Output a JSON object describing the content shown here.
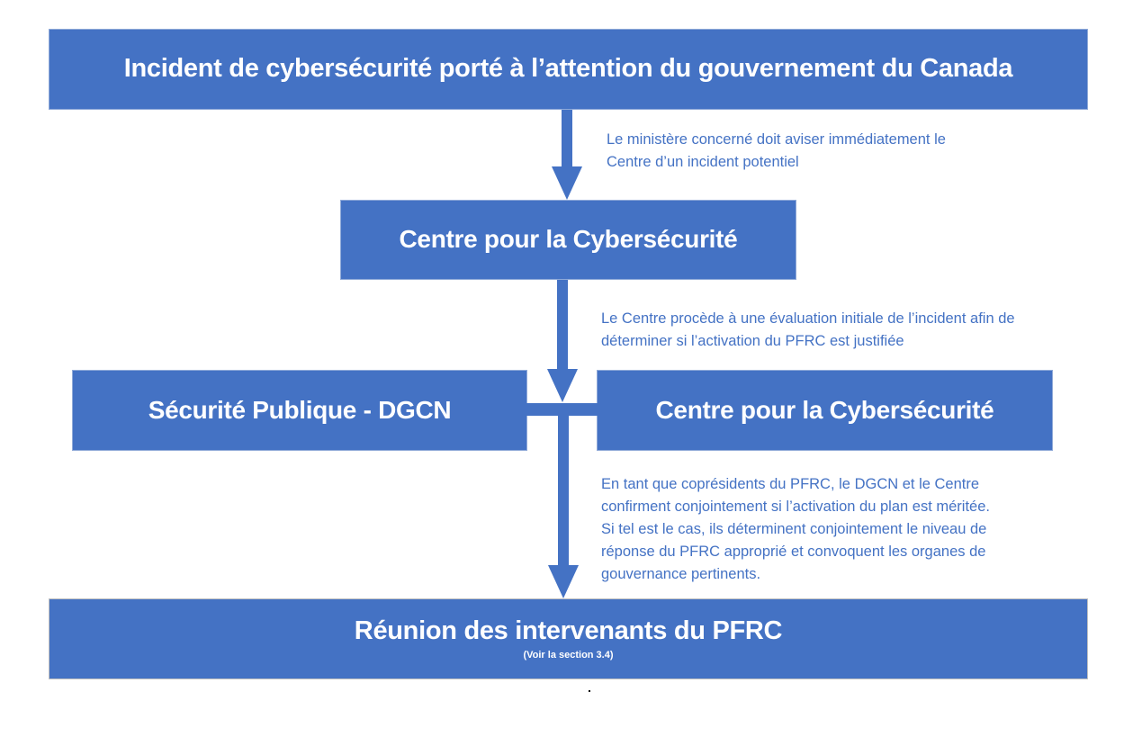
{
  "diagram": {
    "accent_color": "#4472C4",
    "boxes": {
      "incident": {
        "title": "Incident de cybersécurité porté à l’attention du gouvernement du Canada"
      },
      "centre_top": {
        "title": "Centre pour la Cybersécurité"
      },
      "securite_publique": {
        "title": "Sécurité Publique - DGCN"
      },
      "centre_right": {
        "title": "Centre pour la Cybersécurité"
      },
      "reunion": {
        "title": "Réunion des intervenants du PFRC",
        "subtitle": "(Voir la section 3.4)"
      }
    },
    "notes": {
      "step1": {
        "line1": "Le ministère concerné doit aviser immédiatement le",
        "line2": "Centre d’un incident potentiel"
      },
      "step2": {
        "line1": "Le Centre procède à une évaluation initiale de l’incident afin de",
        "line2": "déterminer si l’activation du PFRC est justifiée"
      },
      "step3": {
        "line1": "En tant que coprésidents du PFRC, le DGCN et le Centre",
        "line2": "confirment conjointement si l’activation du plan est méritée.",
        "line3": "Si tel est le cas, ils déterminent conjointement le niveau de",
        "line4": "réponse du PFRC approprié et convoquent les organes de",
        "line5": "gouvernance pertinents."
      }
    }
  }
}
